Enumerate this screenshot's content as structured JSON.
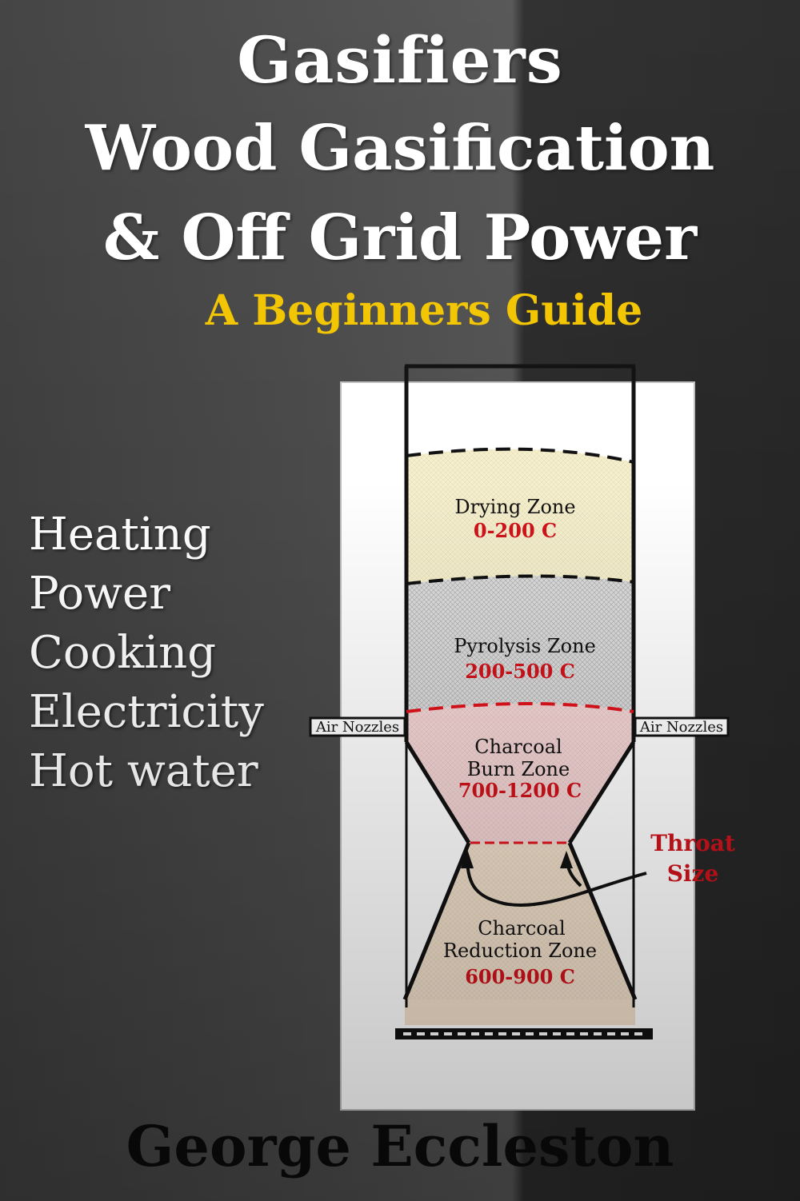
{
  "cover": {
    "title_lines": [
      "Gasifiers",
      "Wood Gasification",
      "& Off Grid Power"
    ],
    "subtitle": "A Beginners Guide",
    "uses": [
      "Heating",
      "Power",
      "Cooking",
      "Electricity",
      "Hot water"
    ],
    "author": "George Eccleston"
  },
  "diagram": {
    "zones": {
      "drying": {
        "name": "Drying Zone",
        "temp": "0-200 C",
        "fill": "#f6efcc"
      },
      "pyrolysis": {
        "name": "Pyrolysis Zone",
        "temp": "200-500 C",
        "fill": "#d9d9d9"
      },
      "burn": {
        "name_line1": "Charcoal",
        "name_line2": "Burn Zone",
        "temp": "700-1200 C",
        "fill": "#f6d6d6"
      },
      "reduction": {
        "name_line1": "Charcoal",
        "name_line2": "Reduction Zone",
        "temp": "600-900 C",
        "fill": "#f3e1cc"
      }
    },
    "air_nozzle_left": "Air Nozzles",
    "air_nozzle_right": "Air Nozzles",
    "throat_line1": "Throat",
    "throat_line2": "Size"
  },
  "colors": {
    "subtitle": "#f2c500",
    "temperature": "#d0121b",
    "title": "#ffffff"
  }
}
